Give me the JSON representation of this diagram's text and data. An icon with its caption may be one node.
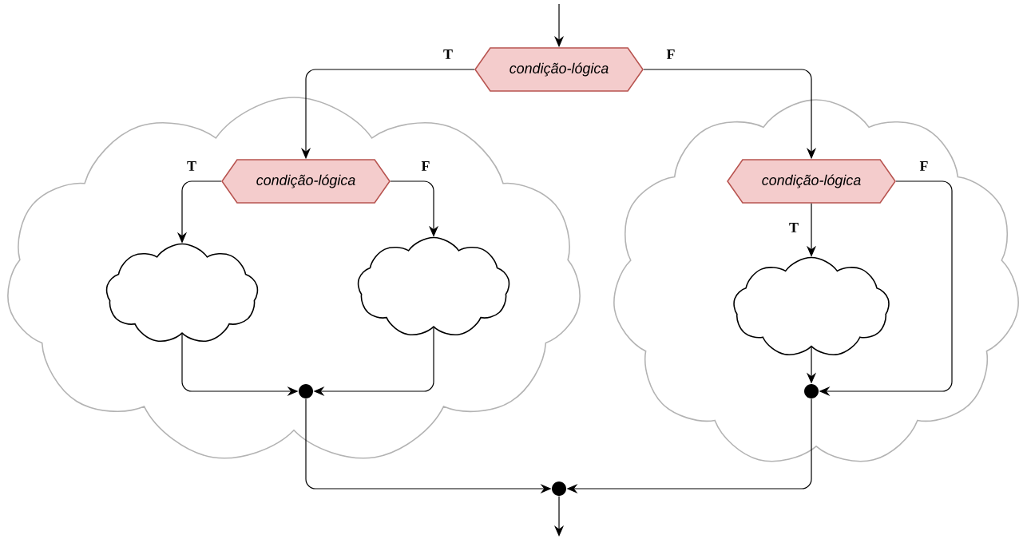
{
  "diagram": {
    "nodes": [
      {
        "text": [
          "condição-lógica"
        ]
      },
      {
        "text": [],
        "shape": "cloud"
      },
      {
        "text": [],
        "shape": "cloud"
      },
      {
        "text": [
          "condição-lógica"
        ],
        "in": 1
      },
      {
        "text": [],
        "shape": "cloud",
        "in": 1
      },
      {
        "text": [],
        "shape": "cloud",
        "in": 1
      },
      {
        "text": [],
        "shape": "circle",
        "in": 1
      },
      {
        "text": [
          "condição-lógica"
        ],
        "in": 2
      },
      {
        "text": [],
        "shape": "cloud",
        "in": 2
      },
      {
        "text": [],
        "shape": "circle",
        "in": 2
      },
      {
        "text": [],
        "shape": "circle"
      }
    ],
    "edges": [
      {
        "from": null,
        "to": 0,
        "arrow": "to"
      },
      {
        "from": 0,
        "to": 3,
        "arrow": "to",
        "label": "T"
      },
      {
        "from": 0,
        "to": 7,
        "arrow": "to",
        "label": "F"
      },
      {
        "from": 3,
        "to": 4,
        "arrow": "to",
        "label": "T"
      },
      {
        "from": 3,
        "to": 5,
        "arrow": "to",
        "label": "F"
      },
      {
        "from": 4,
        "to": 6,
        "arrow": "to"
      },
      {
        "from": 5,
        "to": 6,
        "arrow": "to"
      },
      {
        "from": 7,
        "to": 8,
        "arrow": "to",
        "label": "T"
      },
      {
        "from": 7,
        "to": 9,
        "arrow": "to",
        "label": "F"
      },
      {
        "from": 8,
        "to": 9,
        "arrow": "to"
      },
      {
        "from": 6,
        "to": 10,
        "arrow": "to"
      },
      {
        "from": 9,
        "to": 10,
        "arrow": "to"
      },
      {
        "from": 10,
        "to": null,
        "arrow": "to"
      }
    ]
  }
}
